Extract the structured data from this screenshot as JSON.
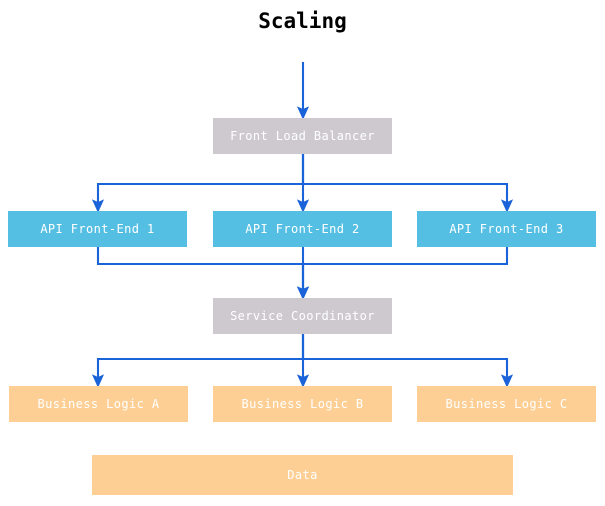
{
  "diagram": {
    "title": "Scaling",
    "type": "flowchart",
    "nodes": [
      {
        "id": "front-load-balancer",
        "label": "Front Load Balancer",
        "color": "#cdc9cf",
        "text_color": "#ffffff",
        "tier": "balancer"
      },
      {
        "id": "api-front-end-1",
        "label": "API Front-End 1",
        "color": "#54bfe3",
        "text_color": "#ffffff",
        "tier": "api"
      },
      {
        "id": "api-front-end-2",
        "label": "API Front-End 2",
        "color": "#54bfe3",
        "text_color": "#ffffff",
        "tier": "api"
      },
      {
        "id": "api-front-end-3",
        "label": "API Front-End 3",
        "color": "#54bfe3",
        "text_color": "#ffffff",
        "tier": "api"
      },
      {
        "id": "service-coordinator",
        "label": "Service Coordinator",
        "color": "#cdc9cf",
        "text_color": "#ffffff",
        "tier": "coordinator"
      },
      {
        "id": "business-logic-a",
        "label": "Business Logic A",
        "color": "#fdcf94",
        "text_color": "#ffffff",
        "tier": "logic"
      },
      {
        "id": "business-logic-b",
        "label": "Business Logic B",
        "color": "#fdcf94",
        "text_color": "#ffffff",
        "tier": "logic"
      },
      {
        "id": "business-logic-c",
        "label": "Business Logic C",
        "color": "#fdcf94",
        "text_color": "#ffffff",
        "tier": "logic"
      },
      {
        "id": "data",
        "label": "Data",
        "color": "#fdcf94",
        "text_color": "#ffffff",
        "tier": "data"
      }
    ],
    "edges": [
      {
        "from": "entry",
        "to": "front-load-balancer",
        "style": "arrow"
      },
      {
        "from": "front-load-balancer",
        "to": "api-front-end-1",
        "style": "arrow"
      },
      {
        "from": "front-load-balancer",
        "to": "api-front-end-2",
        "style": "arrow"
      },
      {
        "from": "front-load-balancer",
        "to": "api-front-end-3",
        "style": "arrow"
      },
      {
        "from": "api-front-end-1",
        "to": "service-coordinator",
        "style": "arrow"
      },
      {
        "from": "api-front-end-2",
        "to": "service-coordinator",
        "style": "arrow"
      },
      {
        "from": "api-front-end-3",
        "to": "service-coordinator",
        "style": "arrow"
      },
      {
        "from": "service-coordinator",
        "to": "business-logic-a",
        "style": "arrow"
      },
      {
        "from": "service-coordinator",
        "to": "business-logic-b",
        "style": "arrow"
      },
      {
        "from": "service-coordinator",
        "to": "business-logic-c",
        "style": "arrow"
      }
    ],
    "colors": {
      "edge": "#1a63d8",
      "background": "#ffffff",
      "title": "#000000",
      "grey_node": "#cdc9cf",
      "blue_node": "#54bfe3",
      "orange_node": "#fdcf94"
    }
  }
}
